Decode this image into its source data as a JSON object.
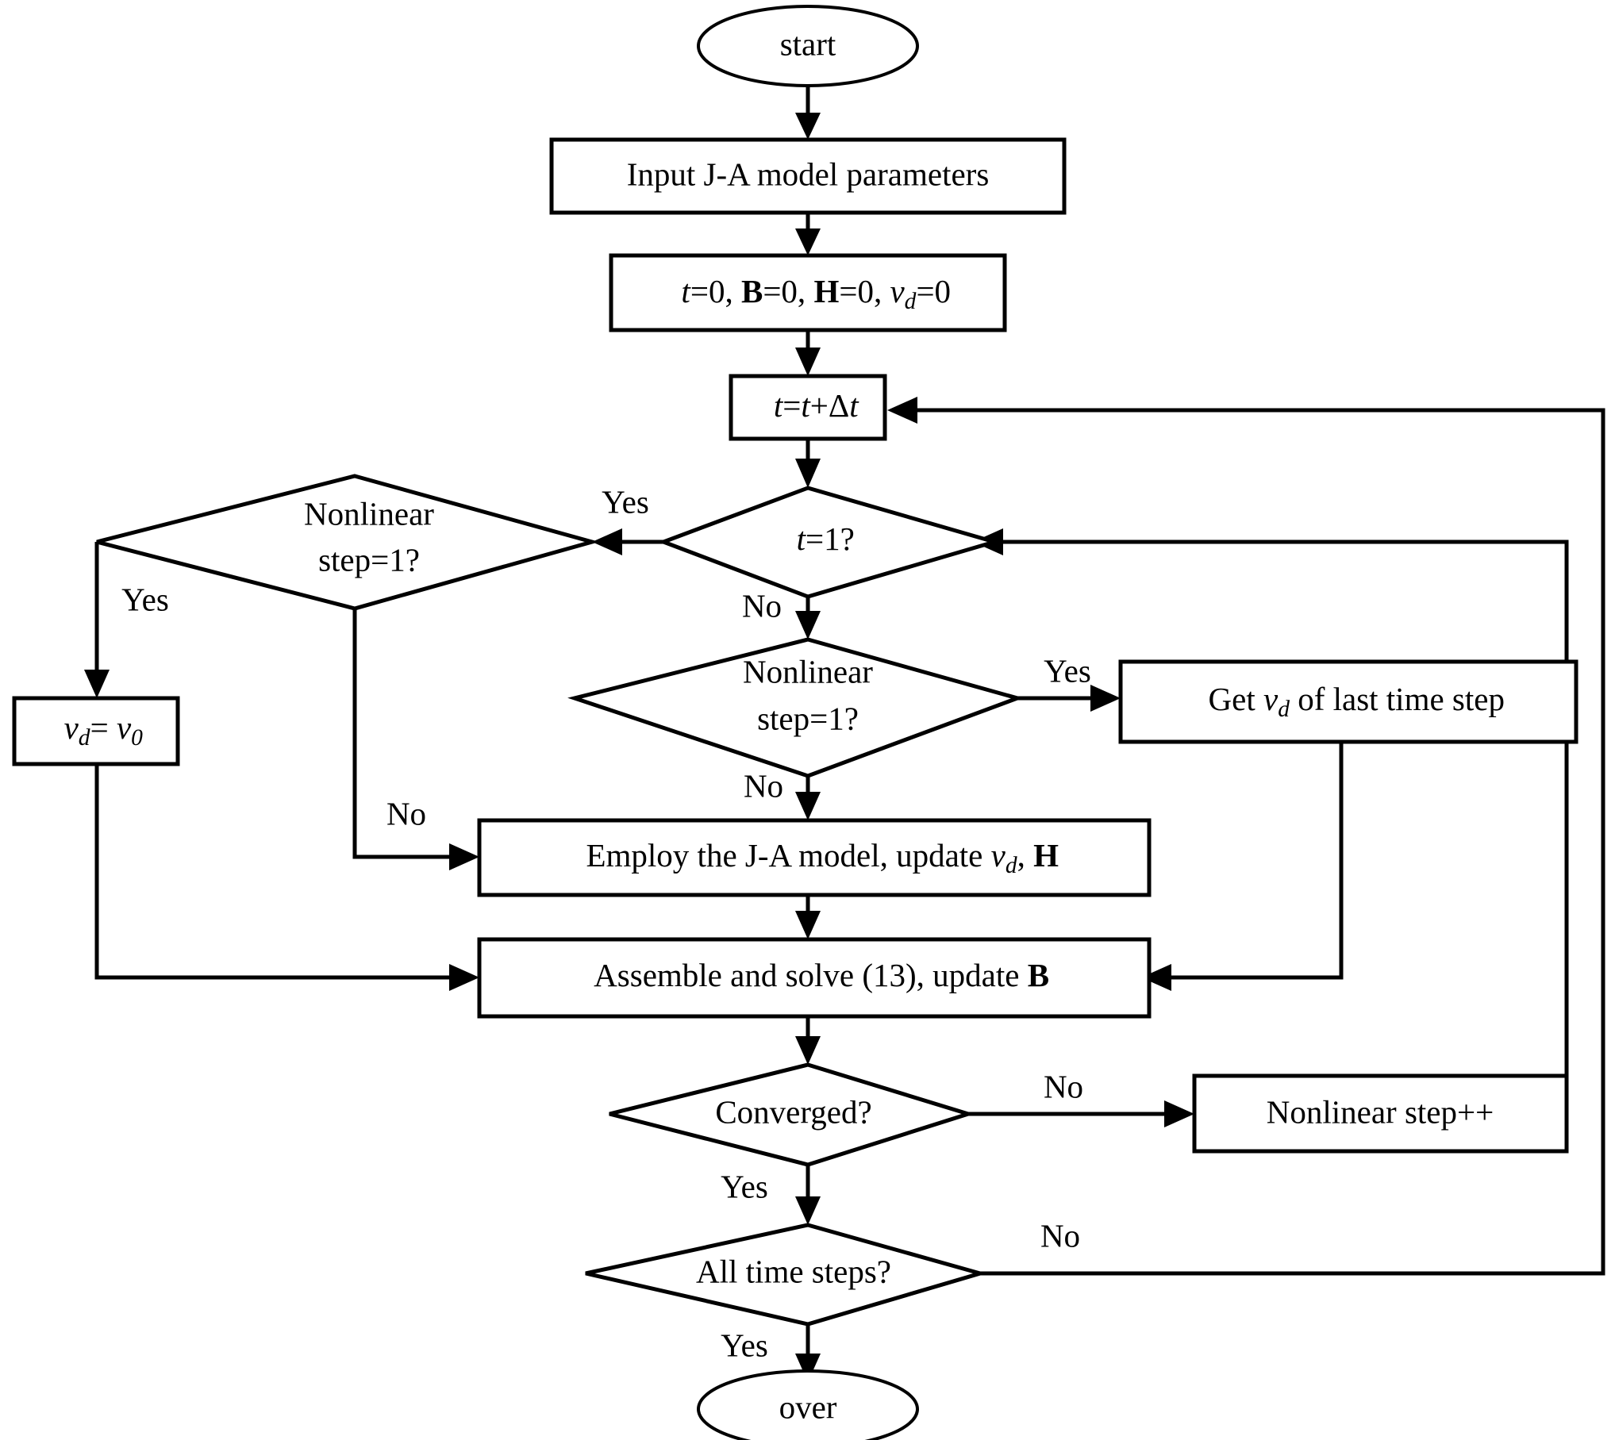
{
  "diagram": {
    "title": "J-A model nonlinear time-stepping flowchart",
    "background_color": "#ffffff",
    "line_color": "#000000",
    "fill_color": "#ffffff"
  },
  "nodes": {
    "start": {
      "label": "start",
      "shape": "ellipse"
    },
    "input_params": {
      "label": "Input J-A model parameters",
      "shape": "rect"
    },
    "init": {
      "shape": "rect",
      "parts": [
        {
          "text": "t",
          "style": "italic"
        },
        {
          "text": "=0, ",
          "style": "plain"
        },
        {
          "text": "B",
          "style": "bold"
        },
        {
          "text": "=0, ",
          "style": "plain"
        },
        {
          "text": "H",
          "style": "bold"
        },
        {
          "text": "=0, ",
          "style": "plain"
        },
        {
          "text": "v",
          "style": "italic"
        },
        {
          "text": "d",
          "style": "subscript"
        },
        {
          "text": "=0",
          "style": "plain"
        }
      ]
    },
    "time_step": {
      "shape": "rect",
      "parts": [
        {
          "text": "t",
          "style": "italic"
        },
        {
          "text": "=",
          "style": "plain"
        },
        {
          "text": "t",
          "style": "italic"
        },
        {
          "text": "+Δ",
          "style": "plain"
        },
        {
          "text": "t",
          "style": "italic"
        }
      ]
    },
    "t_equals_one": {
      "shape": "diamond",
      "parts": [
        {
          "text": "t",
          "style": "italic"
        },
        {
          "text": "=1?",
          "style": "plain"
        }
      ]
    },
    "nonlinear_step_left": {
      "shape": "diamond",
      "lines": [
        "Nonlinear",
        "step=1?"
      ]
    },
    "nonlinear_step_mid": {
      "shape": "diamond",
      "lines": [
        "Nonlinear",
        "step=1?"
      ]
    },
    "vd_init": {
      "shape": "rect",
      "parts": [
        {
          "text": "v",
          "style": "italic"
        },
        {
          "text": "d",
          "style": "subscript"
        },
        {
          "text": "= ",
          "style": "plain"
        },
        {
          "text": "v",
          "style": "italic"
        },
        {
          "text": "0",
          "style": "subscript"
        }
      ]
    },
    "get_vd": {
      "shape": "rect",
      "parts": [
        {
          "text": "Get ",
          "style": "plain"
        },
        {
          "text": "v",
          "style": "italic"
        },
        {
          "text": "d",
          "style": "subscript"
        },
        {
          "text": " of last time step",
          "style": "plain"
        }
      ]
    },
    "employ_ja": {
      "shape": "rect",
      "parts": [
        {
          "text": "Employ the J-A model, update ",
          "style": "plain"
        },
        {
          "text": "v",
          "style": "italic"
        },
        {
          "text": "d",
          "style": "subscript"
        },
        {
          "text": ", ",
          "style": "plain"
        },
        {
          "text": "H",
          "style": "bold"
        }
      ]
    },
    "assemble_solve": {
      "shape": "rect",
      "parts": [
        {
          "text": "Assemble and solve (13), update ",
          "style": "plain"
        },
        {
          "text": "B",
          "style": "bold"
        }
      ]
    },
    "converged": {
      "label": "Converged?",
      "shape": "diamond"
    },
    "nonlinear_increment": {
      "label": "Nonlinear step++",
      "shape": "rect"
    },
    "all_time_steps": {
      "label": "All time steps?",
      "shape": "diamond"
    },
    "over": {
      "label": "over",
      "shape": "ellipse"
    }
  },
  "edge_labels": {
    "t_one_yes": "Yes",
    "t_one_no": "No",
    "left_nonlinear_yes": "Yes",
    "left_nonlinear_no": "No",
    "mid_nonlinear_yes": "Yes",
    "mid_nonlinear_no": "No",
    "converged_no": "No",
    "converged_yes": "Yes",
    "all_steps_no": "No",
    "all_steps_yes": "Yes"
  }
}
